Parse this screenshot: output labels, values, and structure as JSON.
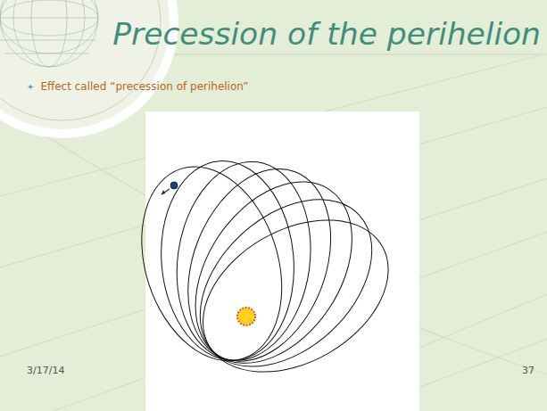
{
  "diagram": {
    "title": "Precession of the perihelion",
    "labels": [
      "Effect called “precession of perihelion”",
      "3/17/14",
      "37"
    ]
  }
}
